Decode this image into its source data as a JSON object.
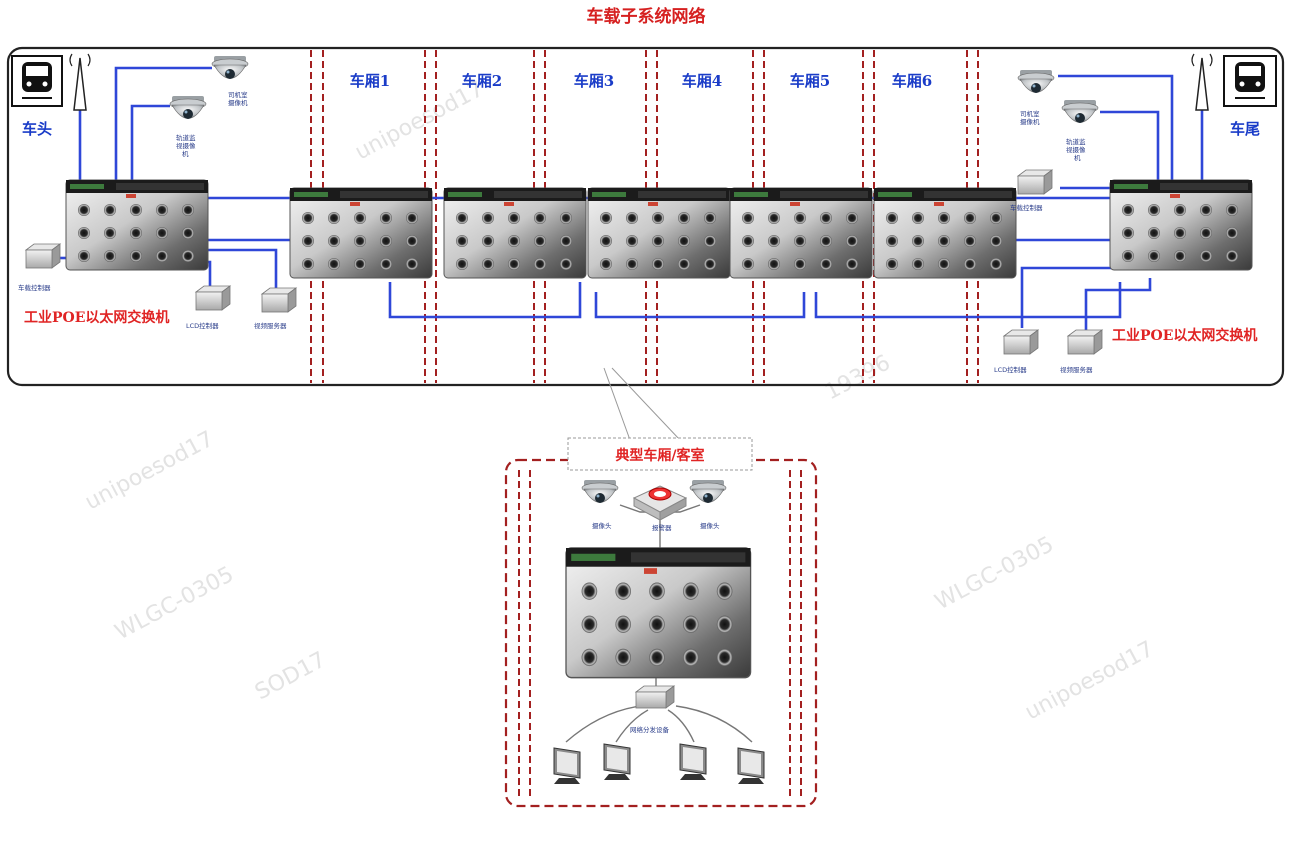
{
  "diagram": {
    "title": "车载子系统网络",
    "head_label": "车头",
    "tail_label": "车尾",
    "car_labels": [
      "车厢1",
      "车厢2",
      "车厢3",
      "车厢4",
      "车厢5",
      "车厢6"
    ],
    "switch_label_left": "工业POE以太网交换机",
    "switch_label_right": "工业POE以太网交换机",
    "typical_car_label": "典型车厢/客室",
    "devices_left": {
      "camera_top": [
        "司机室",
        "摄像机"
      ],
      "camera_bottom": [
        "轨道监",
        "视摄像",
        "机"
      ],
      "controller": "车载控制器",
      "lcd": "LCD控制器",
      "video": "视频服务器"
    },
    "devices_right": {
      "camera_top": [
        "司机室",
        "摄像机"
      ],
      "camera_bottom": [
        "轨道监",
        "视摄像",
        "机"
      ],
      "controller": "车载控制器",
      "lcd": "LCD控制器",
      "video": "视频服务器"
    },
    "typical_devices": {
      "camera_left": "摄像头",
      "camera_right": "摄像头",
      "alarm": "报警器",
      "ethernet_box": "网络分发设备"
    },
    "watermarks": [
      "unipoesod17",
      "WLGC-0305",
      "SOD17",
      "19396"
    ],
    "colors": {
      "link": "#2f47d8",
      "divider": "#a32020",
      "title": "#d62020",
      "car_label": "#1a3cc8"
    }
  }
}
